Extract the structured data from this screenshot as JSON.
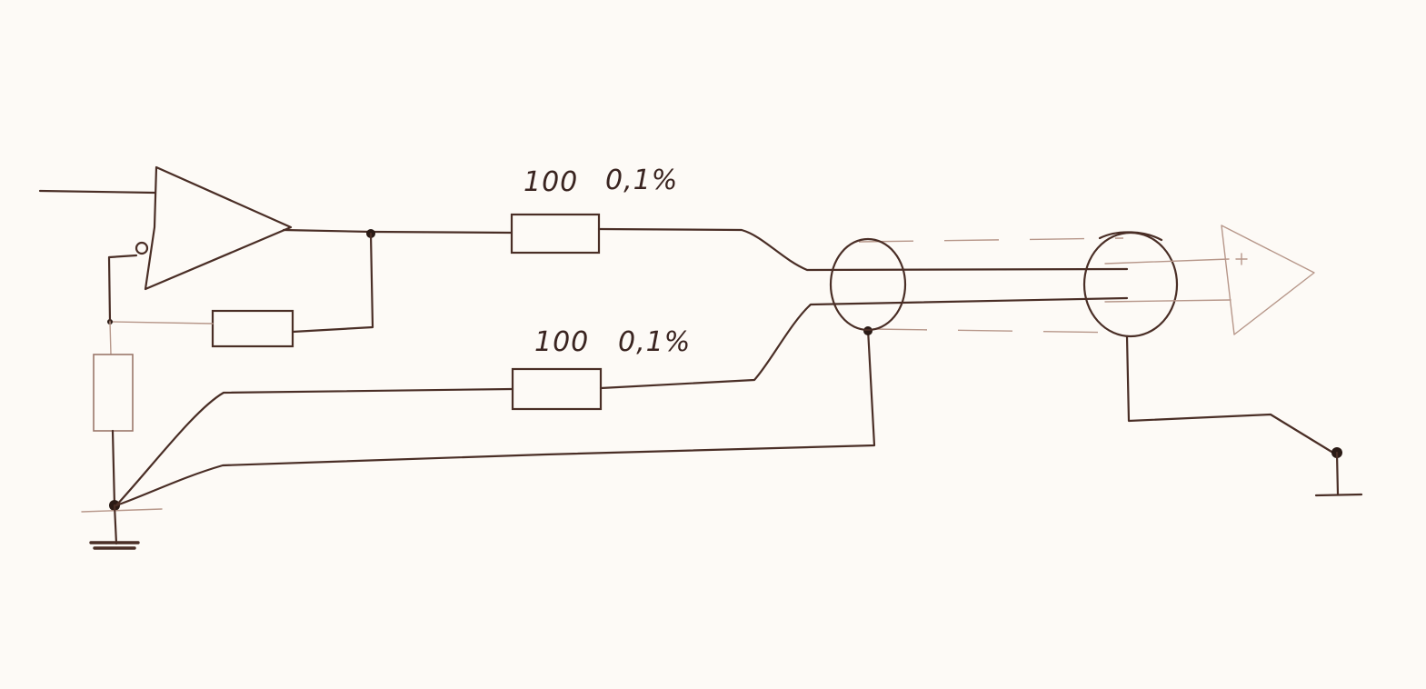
{
  "diagram": {
    "resistor_top": {
      "value": "100",
      "tolerance": "0,1%"
    },
    "resistor_bottom": {
      "value": "100",
      "tolerance": "0,1%"
    }
  },
  "colors": {
    "paper": "#fdfaf6",
    "ink": "#4a2e26",
    "ink_light": "#b7978a"
  }
}
